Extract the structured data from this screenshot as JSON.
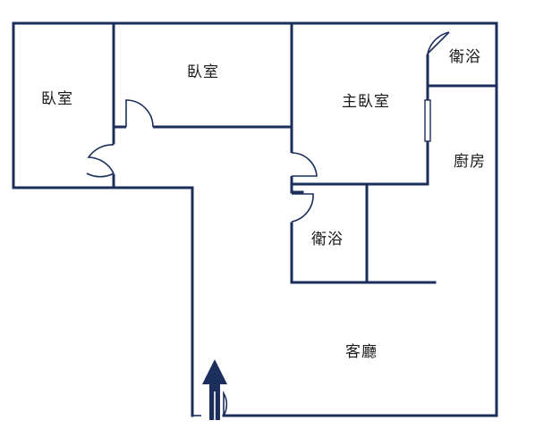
{
  "rooms": {
    "bedroom_left": "臥室",
    "bedroom_top": "臥室",
    "master_bedroom": "主臥室",
    "bathroom_top": "衛浴",
    "kitchen": "廚房",
    "bathroom_center": "衛浴",
    "living_room": "客廳"
  },
  "colors": {
    "wall": "#1c2f5c",
    "entrance_arrow": "#1c2f5c",
    "background": "#ffffff"
  },
  "icons": {
    "entrance": "up-arrow-icon"
  }
}
